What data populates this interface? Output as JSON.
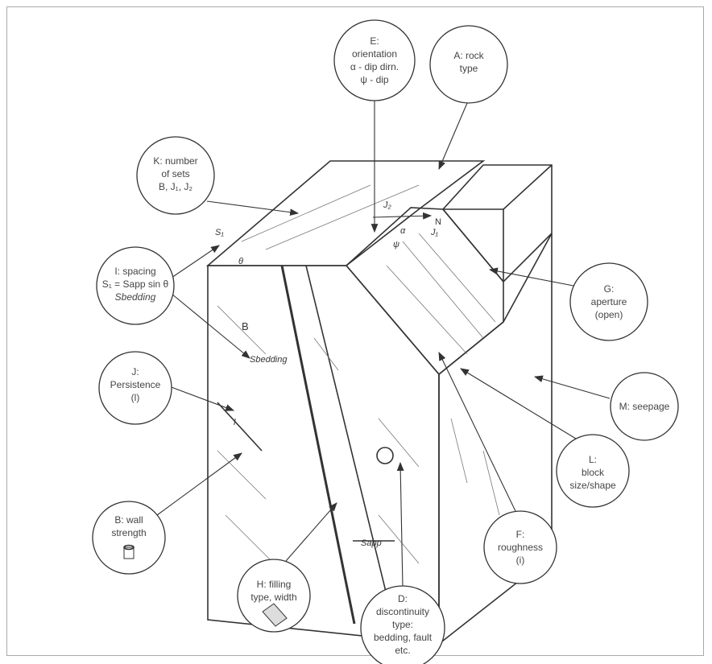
{
  "labels": {
    "E": [
      "E:",
      "orientation",
      "α - dip dirn.",
      "ψ - dip"
    ],
    "A": [
      "A: rock",
      "type"
    ],
    "K": [
      "K: number",
      "of sets",
      "B, J₁, J₂"
    ],
    "I": [
      "I: spacing",
      "S₁ = Sapp sin θ",
      "Sbedding"
    ],
    "J": [
      "J:",
      "Persistence",
      "(l)"
    ],
    "B": [
      "B: wall",
      "strength"
    ],
    "H": [
      "H: filling",
      "type, width"
    ],
    "D": [
      "D:",
      "discontinuity",
      "type:",
      "bedding, fault",
      "etc."
    ],
    "F": [
      "F:",
      "roughness",
      "(i)"
    ],
    "L": [
      "L:",
      "block",
      "size/shape"
    ],
    "M": [
      "M: seepage"
    ],
    "G": [
      "G:",
      "aperture",
      "(open)"
    ]
  },
  "symbols": {
    "bedding": "B",
    "j1": "J₁",
    "j2": "J₂",
    "north": "N",
    "alpha": "α",
    "psi": "ψ",
    "theta": "θ",
    "s1": "S₁",
    "s_bedding": "Sbedding",
    "l": "l",
    "s_app": "Sapp"
  }
}
